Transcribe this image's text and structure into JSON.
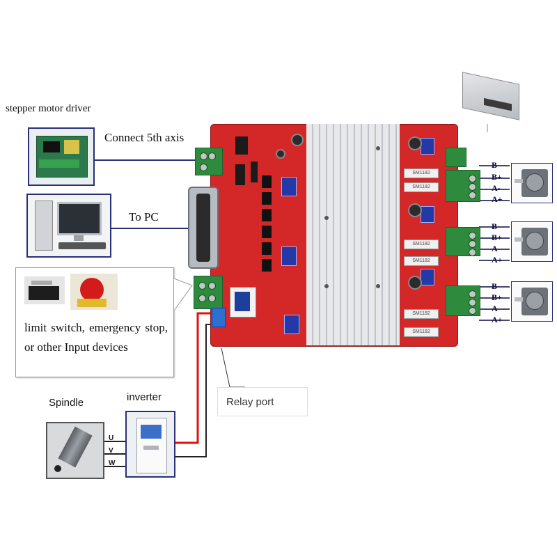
{
  "labels": {
    "stepper_driver": "stepper motor driver",
    "fifth_axis": "Connect 5th axis",
    "to_pc": "To PC",
    "input_devices": "limit switch, emergency stop, or other Input devices",
    "spindle": "Spindle",
    "inverter": "inverter",
    "relay_port": "Relay port"
  },
  "motor_pins": [
    "B-",
    "B+",
    "A-",
    "A+"
  ],
  "spindle_phases": [
    "U",
    "V",
    "W"
  ],
  "board_chips": [
    "SM1182",
    "SM1182",
    "SM1182",
    "SM1182",
    "SM1182",
    "SM1182"
  ],
  "colors": {
    "board": "#d42828",
    "heatsink": "#d6d8db",
    "wire_red": "#e01010",
    "wire_black": "#222222",
    "frame": "#2a2f7a",
    "terminal": "#2e8b3e"
  }
}
